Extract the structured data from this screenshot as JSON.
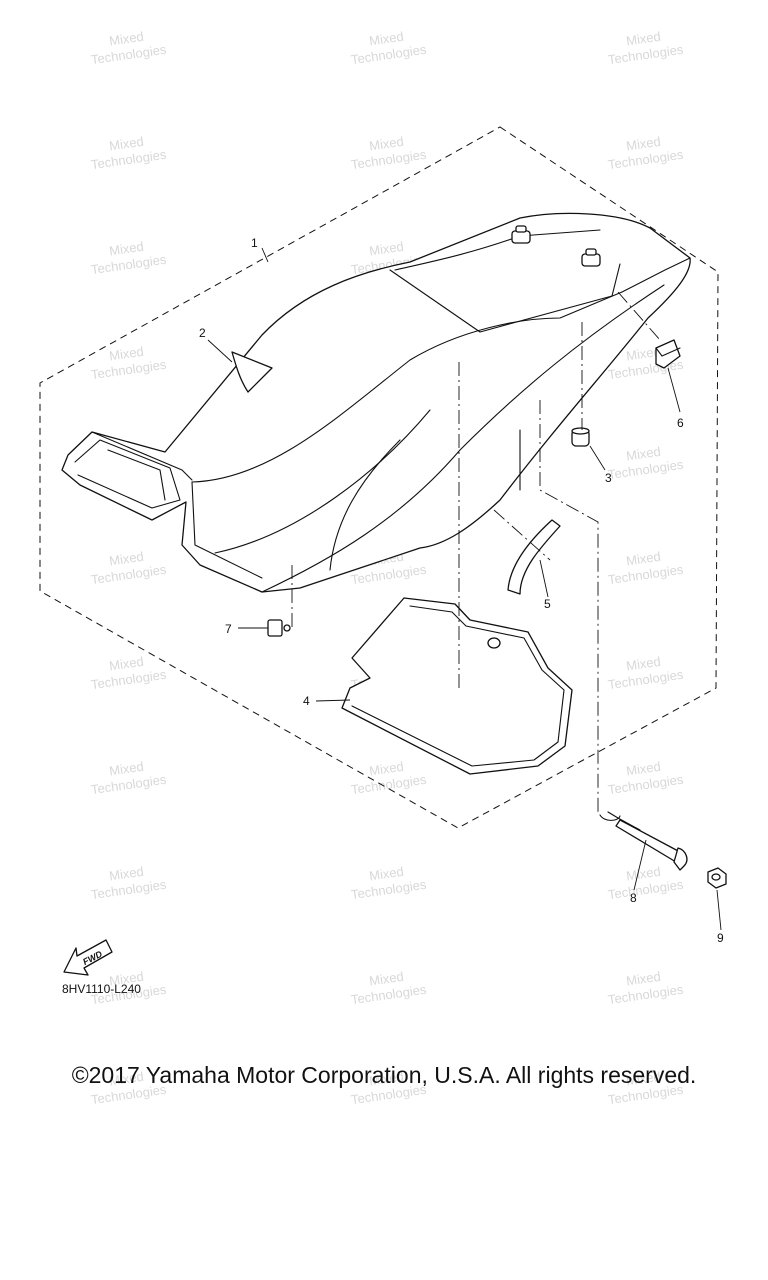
{
  "diagram": {
    "callouts": [
      "1",
      "2",
      "3",
      "4",
      "5",
      "6",
      "7",
      "8",
      "9"
    ],
    "fwd_label": "FWD",
    "drawing_code": "8HV1110-L240"
  },
  "watermark": {
    "line1": "Mixed",
    "line2": "Technologies"
  },
  "footer": {
    "copyright": "©2017 Yamaha Motor Corporation, U.S.A. All rights reserved."
  }
}
